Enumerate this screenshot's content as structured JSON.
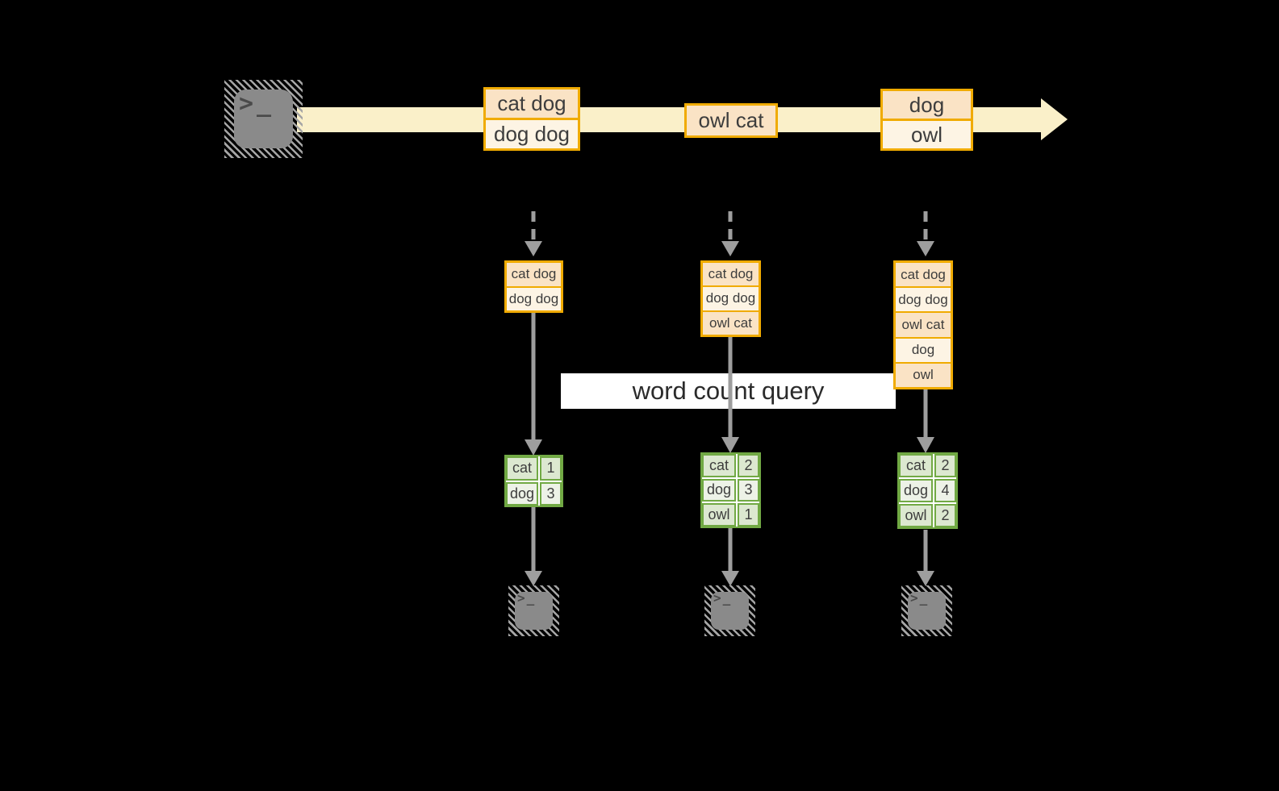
{
  "diagram": {
    "query_label": "word count query",
    "terminal_prompt": ">_",
    "stream_batches": [
      {
        "rows": [
          "cat dog",
          "dog dog"
        ]
      },
      {
        "rows": [
          "owl cat"
        ]
      },
      {
        "rows": [
          "dog",
          "owl"
        ]
      }
    ],
    "columns": [
      {
        "received": [
          "cat dog",
          "dog dog"
        ],
        "counts": [
          {
            "word": "cat",
            "count": "1"
          },
          {
            "word": "dog",
            "count": "3"
          }
        ]
      },
      {
        "received": [
          "cat dog",
          "dog dog",
          "owl cat"
        ],
        "counts": [
          {
            "word": "cat",
            "count": "2"
          },
          {
            "word": "dog",
            "count": "3"
          },
          {
            "word": "owl",
            "count": "1"
          }
        ]
      },
      {
        "received": [
          "cat dog",
          "dog dog",
          "owl cat",
          "dog",
          "owl"
        ],
        "counts": [
          {
            "word": "cat",
            "count": "2"
          },
          {
            "word": "dog",
            "count": "4"
          },
          {
            "word": "owl",
            "count": "2"
          }
        ]
      }
    ],
    "colors": {
      "background": "#000000",
      "stream_band": "#faf0c9",
      "record_border": "#f0ab00",
      "record_fill_dark": "#fae3c5",
      "record_fill_light": "#fdf4e4",
      "table_border": "#71a944",
      "table_fill_dark": "#dce8d0",
      "table_fill_light": "#edf2e7",
      "arrow_gray": "#9e9e9e",
      "terminal_gray": "#8a8a8a",
      "label_background": "#ffffff"
    }
  }
}
